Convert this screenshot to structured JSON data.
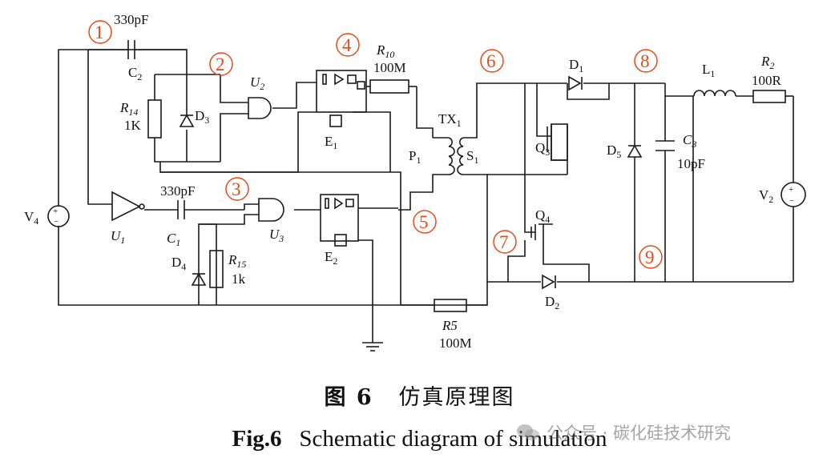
{
  "colors": {
    "wire": "#1a1a1a",
    "marker": "#e64a19",
    "watermark": "#8a8a8a"
  },
  "markers": [
    "1",
    "2",
    "3",
    "4",
    "5",
    "6",
    "7",
    "8",
    "9"
  ],
  "components": {
    "c2_value": "330pF",
    "c2_name": "C",
    "c2_sub": "2",
    "r14_name": "R",
    "r14_sub": "14",
    "r14_value": "1K",
    "d3_name": "D",
    "d3_sub": "3",
    "u2_name": "U",
    "u2_sub": "2",
    "e1_name": "E",
    "e1_sub": "1",
    "r10_name": "R",
    "r10_sub": "10",
    "r10_value": "100M",
    "tx_name": "TX",
    "tx_sub": "1",
    "p1_name": "P",
    "p1_sub": "1",
    "s1_name": "S",
    "s1_sub": "1",
    "d1_name": "D",
    "d1_sub": "1",
    "q3_name": "Q",
    "q3_sub": "3",
    "d5_name": "D",
    "d5_sub": "5",
    "c3_name": "C",
    "c3_sub": "3",
    "c3_value": "10pF",
    "l1_name": "L",
    "l1_sub": "1",
    "r2_name": "R",
    "r2_sub": "2",
    "r2_value": "100R",
    "v2_name": "V",
    "v2_sub": "2",
    "v4_name": "V",
    "v4_sub": "4",
    "u1_name": "U",
    "u1_sub": "1",
    "c1_value": "330pF",
    "c1_name": "C",
    "c1_sub": "1",
    "u3_name": "U",
    "u3_sub": "3",
    "e2_name": "E",
    "e2_sub": "2",
    "d4_name": "D",
    "d4_sub": "4",
    "r15_name": "R",
    "r15_sub": "15",
    "r15_value": "1k",
    "q4_name": "Q",
    "q4_sub": "4",
    "d2_name": "D",
    "d2_sub": "2",
    "r5_name": "R5",
    "r5_value": "100M",
    "plus": "+",
    "minus": "−"
  },
  "caption": {
    "cn_label": "图 6",
    "cn_text": "仿真原理图",
    "en_label": "Fig.6",
    "en_text": "Schematic diagram of simulation"
  },
  "watermark": {
    "text": "公众号 · 碳化硅技术研究"
  }
}
